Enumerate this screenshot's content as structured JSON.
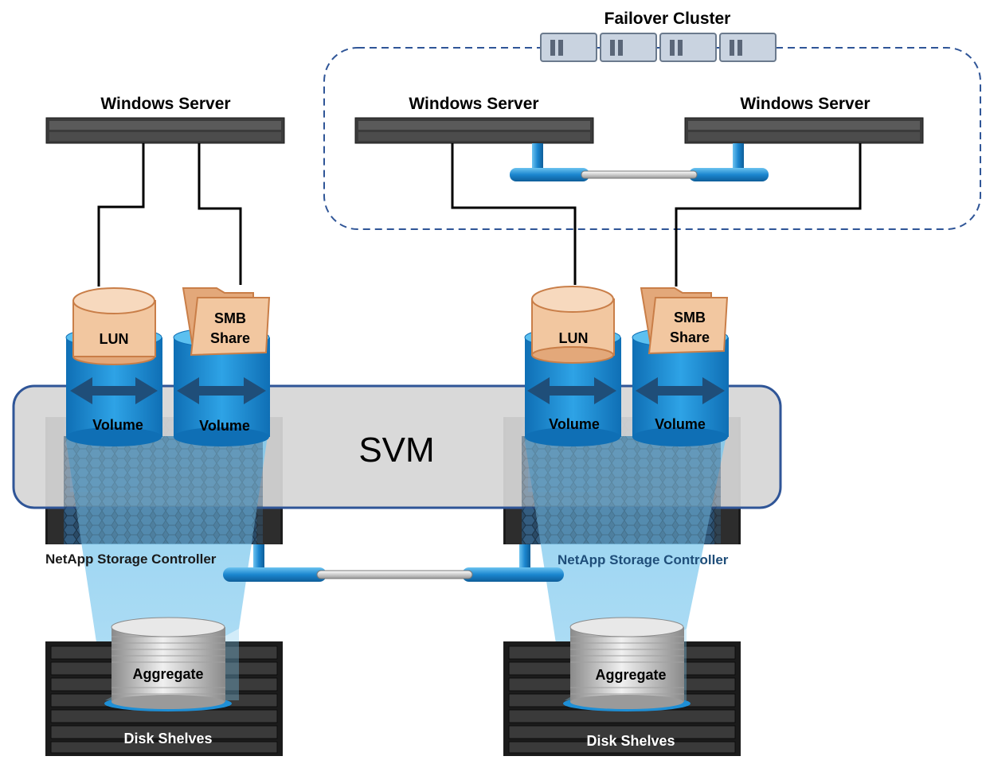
{
  "cluster": {
    "title": "Failover Cluster"
  },
  "servers": [
    {
      "label": "Windows Server"
    },
    {
      "label": "Windows Server"
    },
    {
      "label": "Windows Server"
    }
  ],
  "left_node": {
    "lun_label": "LUN",
    "smb_label_line1": "SMB",
    "smb_label_line2": "Share",
    "volume1_label": "Volume",
    "volume2_label": "Volume",
    "controller_label": "NetApp Storage Controller",
    "aggregate_label": "Aggregate",
    "shelves_label": "Disk Shelves"
  },
  "right_node": {
    "lun_label": "LUN",
    "smb_label_line1": "SMB",
    "smb_label_line2": "Share",
    "volume1_label": "Volume",
    "volume2_label": "Volume",
    "controller_label": "NetApp Storage Controller",
    "aggregate_label": "Aggregate",
    "shelves_label": "Disk Shelves"
  },
  "svm": {
    "label": "SVM"
  },
  "colors": {
    "volume_blue": "#1e8fd6",
    "volume_light": "#5cc0f0",
    "lun_tan": "#f2c7a0",
    "svm_fill": "#d9d9d9",
    "svm_stroke": "#2f5597",
    "cluster_dash": "#2f5597",
    "beam": "#a9d8f0"
  }
}
